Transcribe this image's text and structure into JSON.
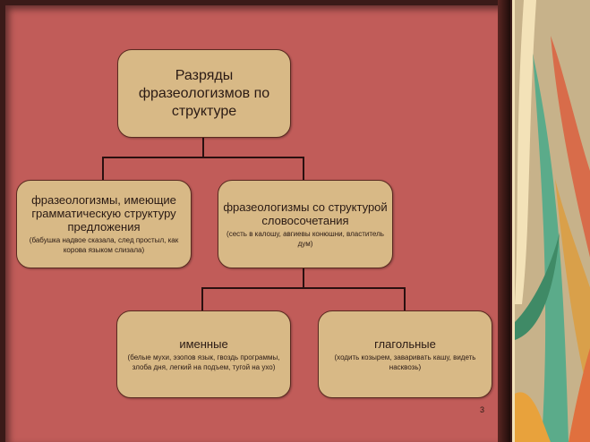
{
  "root": {
    "title": "Разряды фразеологизмов по структуре"
  },
  "left": {
    "title": "фразеологизмы, имеющие грамматическую структуру предложения",
    "examples": "(бабушка надвое сказала, след простыл, как корова языком слизала)"
  },
  "right": {
    "title": "фразеологизмы со структурой словосочетания",
    "examples": "(сесть в калошу, авгиевы конюшни, властитель дум)"
  },
  "nominal": {
    "title": "именные",
    "examples": "(белые мухи, эзопов язык, гвоздь программы, злоба дня, легкий на подъем, тугой на ухо)"
  },
  "verbal": {
    "title": "глагольные",
    "examples": "(ходить козырем, заваривать кашу, видеть насквозь)"
  },
  "slide_number": "3",
  "colors": {
    "background": "#c15c59",
    "box": "#d8b986"
  }
}
